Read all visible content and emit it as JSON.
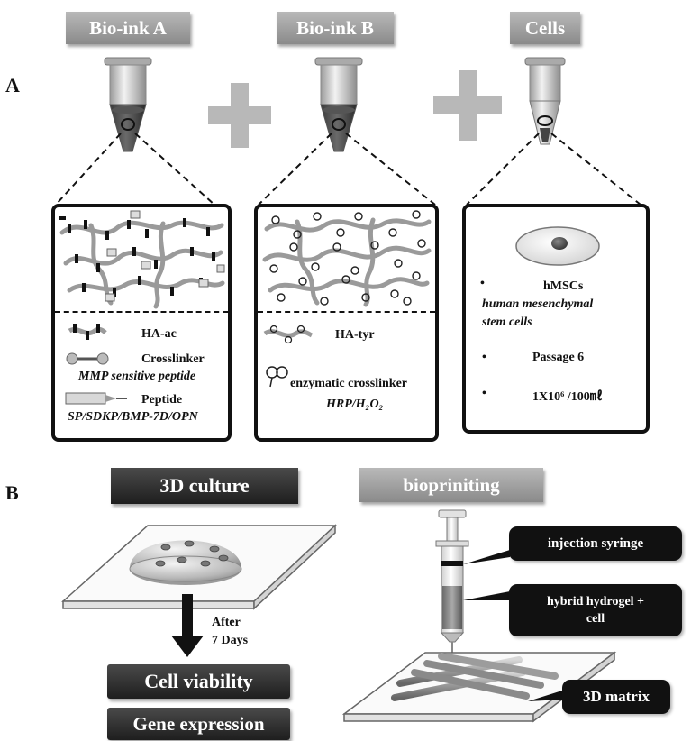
{
  "panel_a": {
    "label": "A",
    "bioink_a": "Bio-ink A",
    "bioink_b": "Bio-ink B",
    "cells": "Cells",
    "box_a": {
      "item1": "HA-ac",
      "item2": "Crosslinker",
      "item2_sub": "MMP sensitive peptide",
      "item3": "Peptide",
      "item3_sub": "SP/SDKP/BMP-7D/OPN"
    },
    "box_b": {
      "item1": "HA-tyr",
      "item2": "enzymatic crosslinker",
      "item2_sub": "HRP/H₂O₂"
    },
    "box_c": {
      "bullet": "•",
      "item1": "hMSCs",
      "item1_sub1": "human mesenchymal",
      "item1_sub2": "stem cells",
      "item2": "Passage 6",
      "item3": "1X10⁶ /100㎖"
    }
  },
  "panel_b": {
    "label": "B",
    "culture_title": "3D culture",
    "bioprint_title": "biopriniting",
    "after": "After",
    "days": "7 Days",
    "viability": "Cell viability",
    "gene": "Gene expression",
    "syringe": "injection syringe",
    "hydrogel": "hybrid hydrogel +",
    "hydrogel2": "cell",
    "matrix": "3D matrix"
  },
  "colors": {
    "gray_button": "#a3a3a3",
    "dark_button": "#2a2a2a",
    "plus": "#b8b8b8"
  }
}
